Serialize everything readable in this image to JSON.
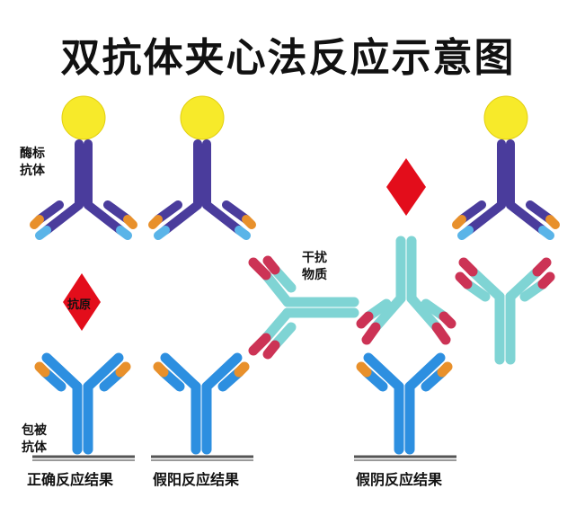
{
  "title": "双抗体夹心法反应示意图",
  "labels": {
    "enzyme_antibody": [
      "酶标",
      "抗体"
    ],
    "antigen": "抗原",
    "coating_antibody": [
      "包被",
      "抗体"
    ],
    "interference": [
      "干扰",
      "物质"
    ]
  },
  "results": {
    "correct": "正确反应结果",
    "false_positive": "假阳反应结果",
    "false_negative": "假阴反应结果"
  },
  "colors": {
    "enzyme": "#f7ea2a",
    "enzyme_antibody": "#4a3c9c",
    "coating_antibody": "#2d8fe0",
    "coating_tips": "#e8902b",
    "interference_antibody": "#7fd4d4",
    "interference_tips": "#cc3355",
    "antigen": "#e30d1b"
  }
}
